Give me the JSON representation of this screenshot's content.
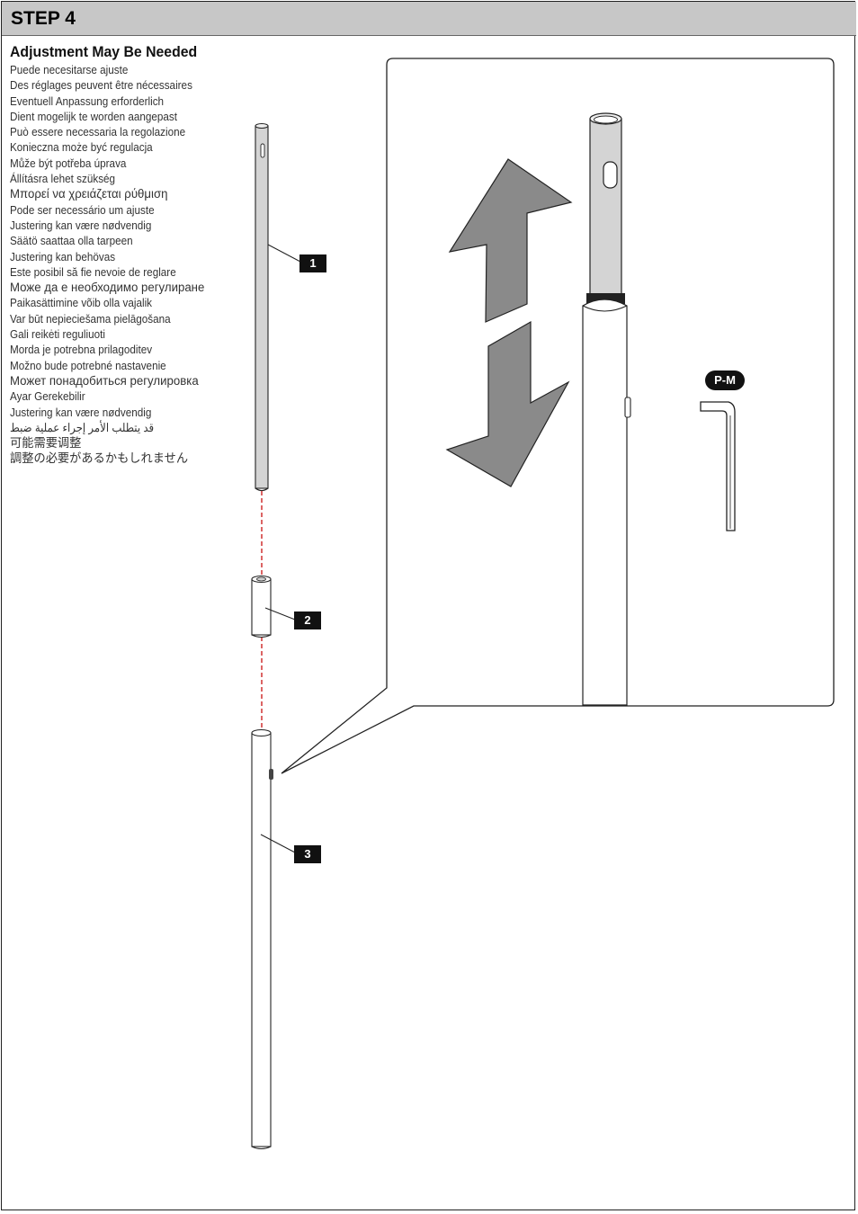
{
  "header": {
    "title": "STEP 4"
  },
  "instructions": {
    "heading": "Adjustment May Be Needed",
    "translations": [
      "Puede necesitarse ajuste",
      "Des réglages peuvent être nécessaires",
      "Eventuell Anpassung erforderlich",
      "Dient mogelijk te worden aangepast",
      "Può essere necessaria la regolazione",
      "Konieczna może być regulacja",
      "Může být potřeba úprava",
      "Állításra lehet szükség",
      "Μπορεί να χρειάζεται ρύθμιση",
      "Pode ser necessário um ajuste",
      "Justering kan være nødvendig",
      "Säätö saattaa olla tarpeen",
      "Justering kan behövas",
      "Este posibil să fie nevoie de reglare",
      "Може да е необходимо регулиране",
      "Paikasättimine võib olla vajalik",
      "Var būt nepieciešama pielāgošana",
      "Gali reikėti reguliuoti",
      "Morda je potrebna prilagoditev",
      "Možno bude potrebné nastavenie",
      "Может понадобиться регулировка",
      "Ayar Gerekebilir",
      "Justering kan være nødvendig",
      "قد يتطلب الأمر إجراء عملية ضبط",
      "可能需要调整",
      "調整の必要があるかもしれません"
    ]
  },
  "parts": {
    "part1_label": "1",
    "part2_label": "2",
    "part3_label": "3"
  },
  "tool": {
    "label": "P-M"
  },
  "colors": {
    "header_bg": "#c7c7c7",
    "pole_fill": "#d4d4d4",
    "arrow_fill": "#8a8a8a",
    "guide_line": "#cc2222"
  }
}
